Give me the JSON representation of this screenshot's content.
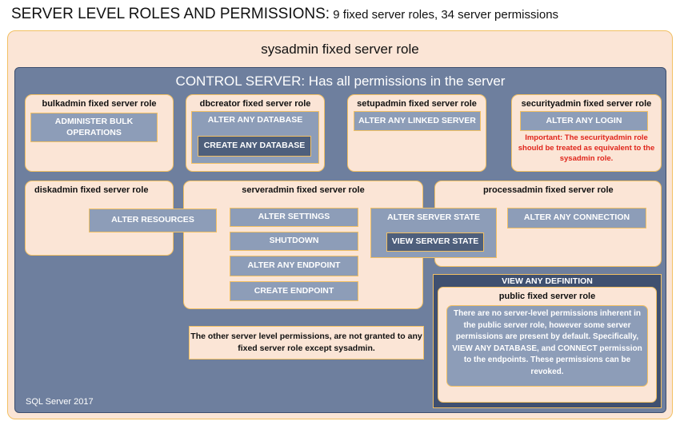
{
  "heading": {
    "title": "SERVER LEVEL ROLES AND PERMISSIONS:",
    "subtitle": " 9 fixed server roles, 34 server permissions"
  },
  "sysadmin": {
    "title": "sysadmin fixed server role"
  },
  "control": {
    "title": "CONTROL SERVER: Has all permissions in the server"
  },
  "roles": {
    "bulkadmin": {
      "title": "bulkadmin fixed server role",
      "perms": [
        "ADMINISTER BULK OPERATIONS"
      ]
    },
    "dbcreator": {
      "title": "dbcreator fixed server role",
      "perms": [
        "ALTER ANY DATABASE",
        "CREATE ANY DATABASE"
      ]
    },
    "setupadmin": {
      "title": "setupadmin fixed server role",
      "perms": [
        "ALTER ANY LINKED SERVER"
      ]
    },
    "securityadmin": {
      "title": "securityadmin fixed server role",
      "perms": [
        "ALTER ANY LOGIN"
      ],
      "note": "Important: The securityadmin role should be treated as equivalent to the sysadmin role."
    },
    "diskadmin": {
      "title": "diskadmin fixed server role"
    },
    "serveradmin": {
      "title": "serveradmin fixed server role",
      "perms": [
        "ALTER SETTINGS",
        "SHUTDOWN",
        "ALTER ANY ENDPOINT",
        "CREATE ENDPOINT"
      ]
    },
    "processadmin": {
      "title": "processadmin fixed server role",
      "perms": [
        "ALTER ANY CONNECTION"
      ]
    }
  },
  "shared_perms": {
    "alter_resources": "ALTER RESOURCES",
    "alter_server_state": "ALTER SERVER STATE",
    "view_server_state": "VIEW SERVER STATE"
  },
  "view_any_definition": {
    "title": "VIEW ANY DEFINITION"
  },
  "public_role": {
    "title": "public fixed server role",
    "text": "There are no server-level permissions inherent in the public server role, however some server permissions are present by default. Specifically,  VIEW ANY DATABASE, and CONNECT permission to the endpoints. These permissions can be revoked."
  },
  "other_note": "The other server level permissions, are not granted to any fixed server role except sysadmin.",
  "footer": "SQL Server 2017",
  "colors": {
    "role_fill": "#fbe5d6",
    "role_border": "#f2c063",
    "control_fill": "#6e7f9e",
    "perm_fill": "#8d9db8",
    "perm_dark": "#4e5f7c",
    "note_red": "#e0251b"
  }
}
